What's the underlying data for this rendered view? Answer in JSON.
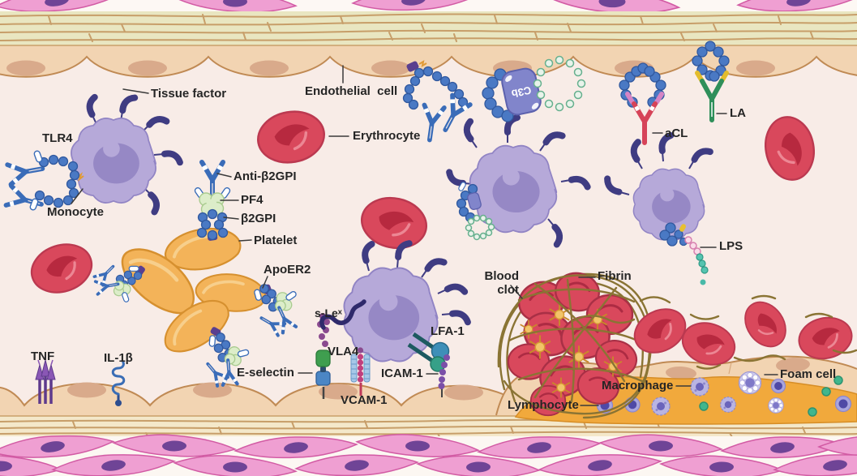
{
  "figure": {
    "description": "Blood vessel cross-section illustrating antiphospholipid antibody mechanisms",
    "labels": {
      "tissue_factor": "Tissue factor",
      "tlr4": "TLR4",
      "monocyte": "Monocyte",
      "endothelial_cell": "Endothelial  cell",
      "erythrocyte": "Erythrocyte",
      "anti_b2gpi": "Anti-β2GPI",
      "pf4": "PF4",
      "b2gpi": "β2GPI",
      "platelet": "Platelet",
      "apoer2": "ApoER2",
      "s_lex": "s-Leˣ",
      "vla4": "VLA4",
      "e_selectin": "E-selectin",
      "vcam1": "VCAM-1",
      "icam1": "ICAM-1",
      "lfa1": "LFA-1",
      "tnf": "TNF",
      "il1b": "IL-1β",
      "blood_clot": "Blood\nclot",
      "fibrin": "Fibrin",
      "lymphocyte": "Lymphocyte",
      "macrophage": "Macrophage",
      "foam_cell": "Foam cell",
      "acl": "aCL",
      "la": "LA",
      "lps": "LPS",
      "c3b": "C3b"
    },
    "colors": {
      "lumen_background": "#f8ece7",
      "endothelium": "#f2d4b2",
      "endothelium_nucleus": "#d9aa8b",
      "collagen_top": "#e9e6c1",
      "collagen_bottom": "#f4e8ca",
      "smooth_muscle_pink": "#ef9fd2",
      "muscle_nucleus": "#6f4496",
      "monocyte_body": "#b6a9d9",
      "monocyte_nucleus": "#9688c5",
      "receptor_navy": "#3f3c82",
      "erythrocyte_red": "#d9485c",
      "platelet_orange": "#f3b359",
      "antibody_blue": "#3a6cb8",
      "pf4_green": "#dcedc9",
      "acl_red": "#d64358",
      "la_green": "#2f8f5a",
      "fibrin_olive": "#8a7434",
      "plaque_orange": "#f1a93c",
      "c3b_purple": "#8185cb",
      "green_dot": "#41b68d"
    }
  }
}
